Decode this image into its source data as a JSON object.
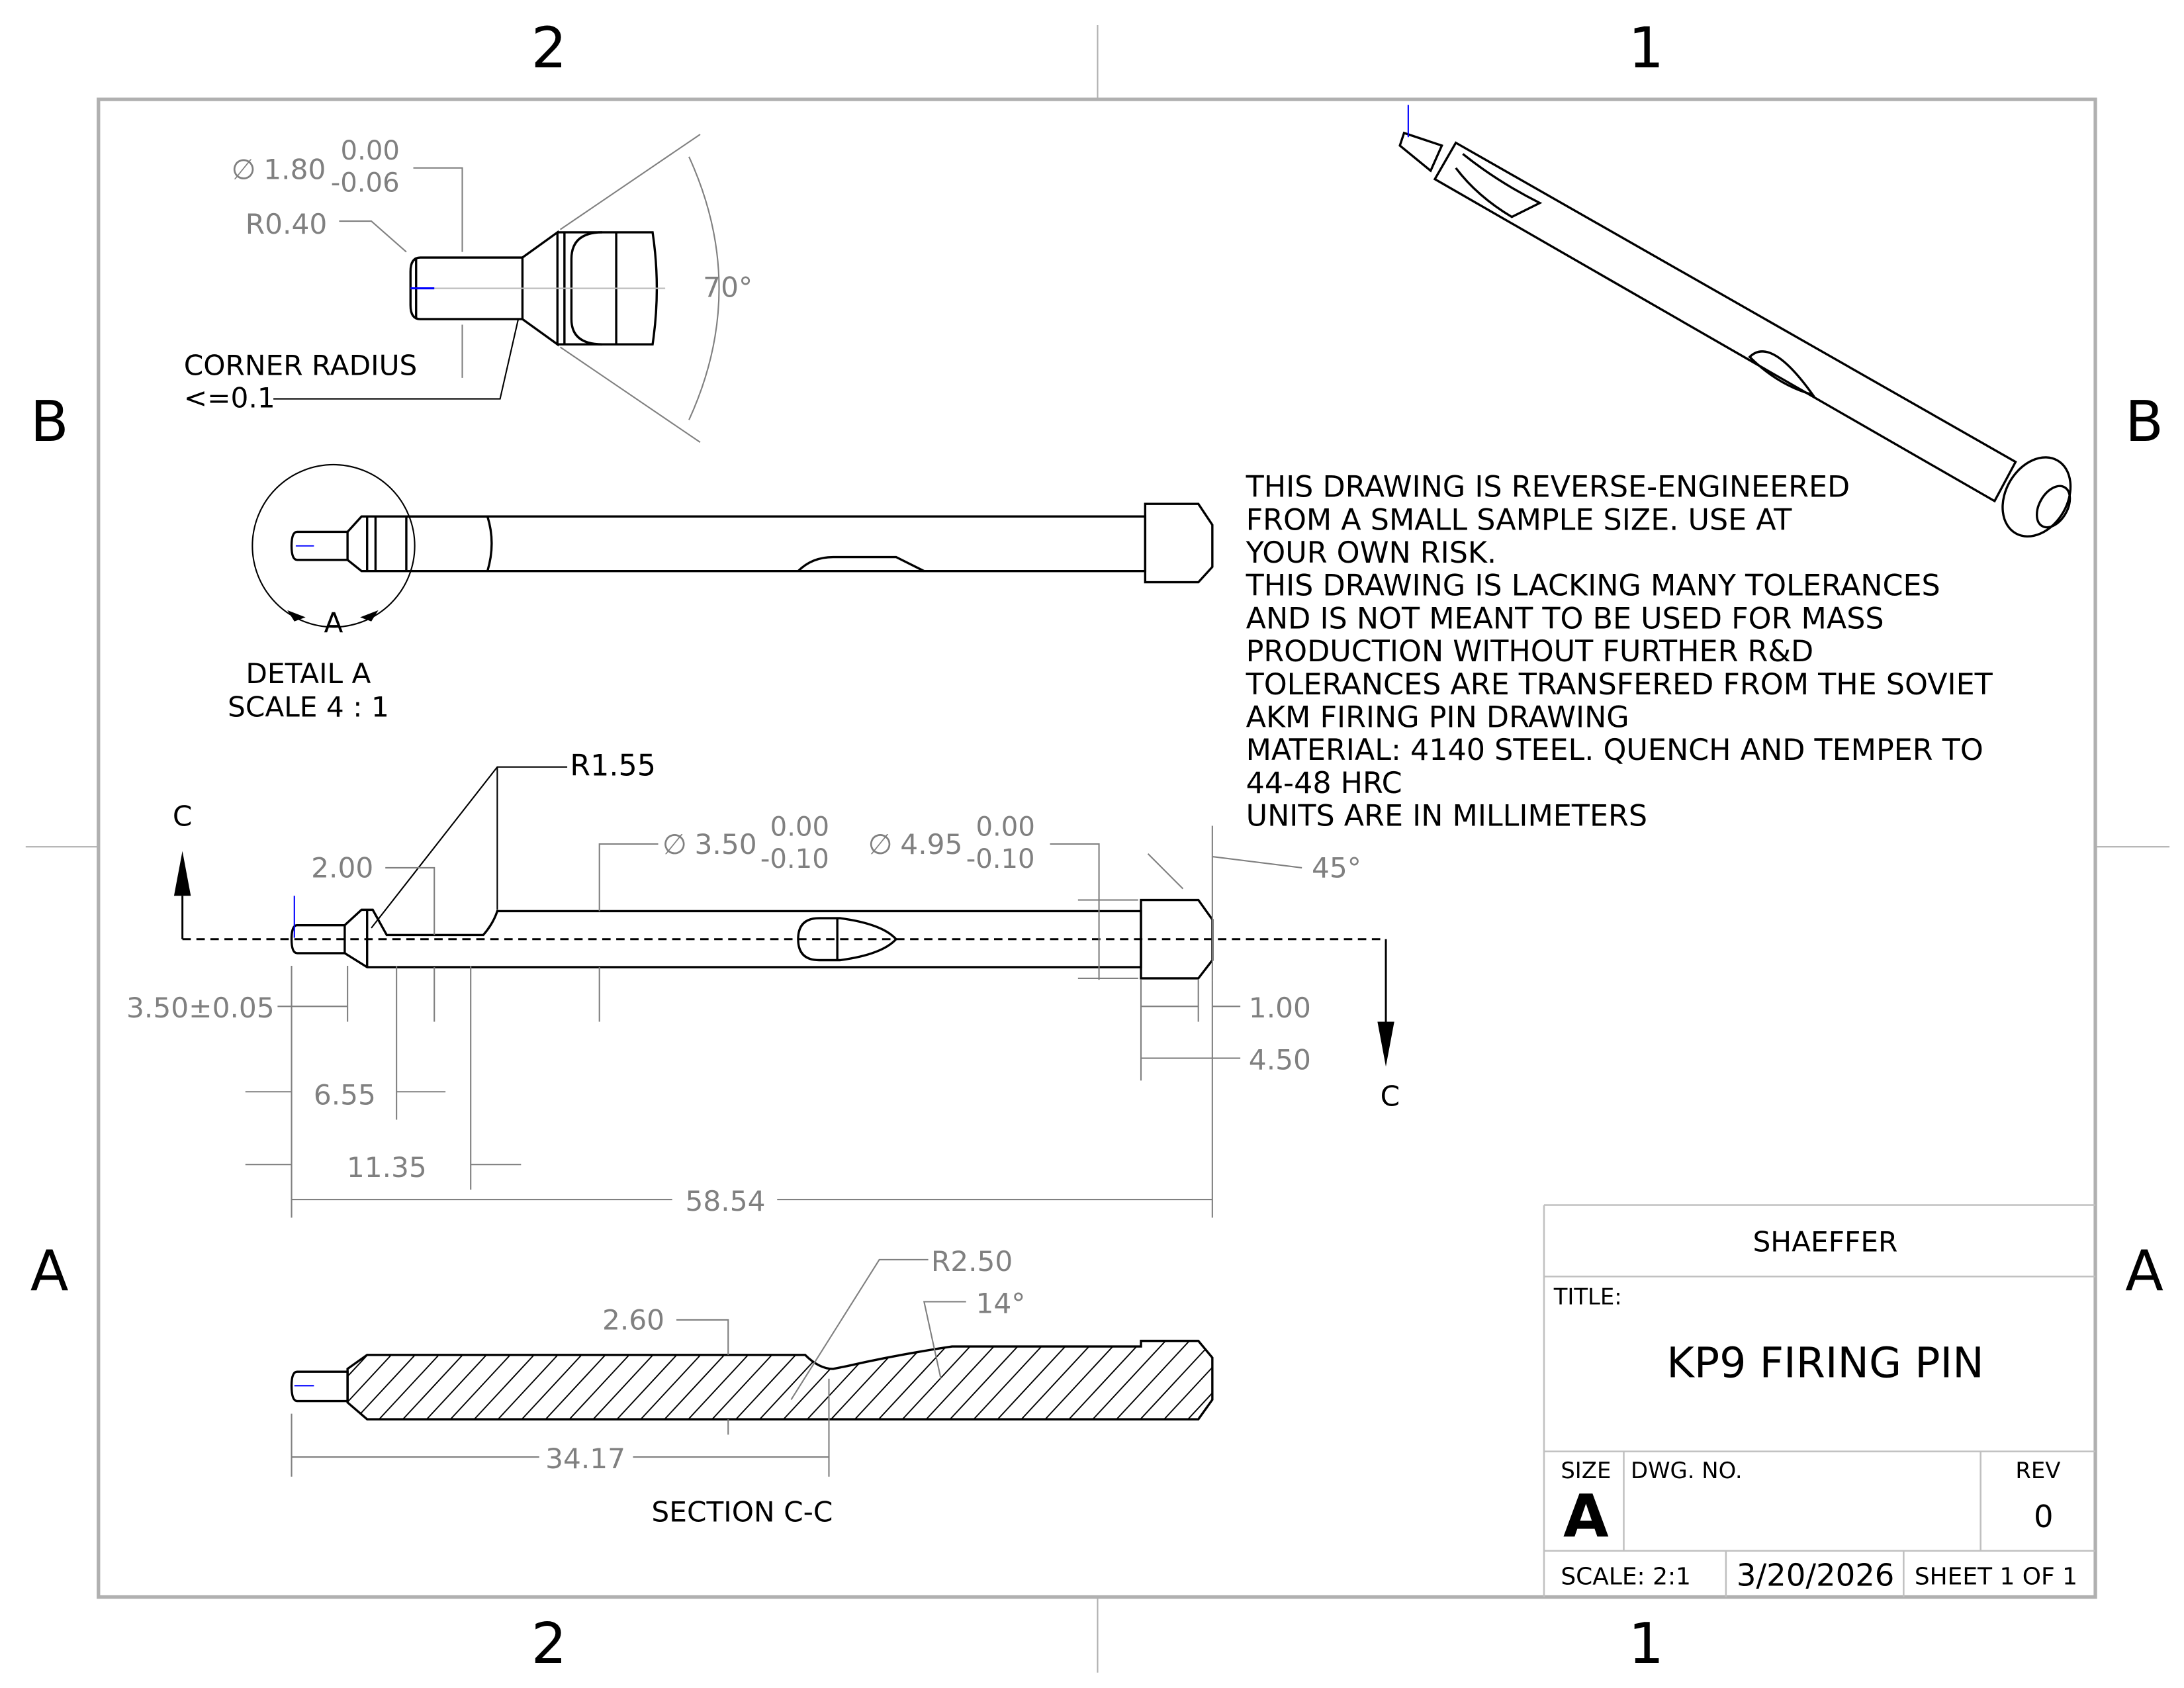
{
  "zones": {
    "top": [
      "2",
      "1"
    ],
    "bottom": [
      "2",
      "1"
    ],
    "left": [
      "B",
      "A"
    ],
    "right": [
      "B",
      "A"
    ]
  },
  "detail_a": {
    "dia": "1.80",
    "dia_symbol": "∅",
    "dia_tol_upper": "0.00",
    "dia_tol_lower": "-0.06",
    "radius": "R0.40",
    "corner_note_line1": "CORNER RADIUS",
    "corner_note_line2": "<=0.1",
    "angle": "70°",
    "label_line1": "DETAIL A",
    "label_line2": "SCALE 4 : 1",
    "callout": "A"
  },
  "front_view": {
    "r155": "R1.55",
    "d200": "2.00",
    "dia350": "3.50",
    "dia350_tol_upper": "0.00",
    "dia350_tol_lower": "-0.10",
    "dia495": "4.95",
    "dia495_tol_upper": "0.00",
    "dia495_tol_lower": "-0.10",
    "angle45": "45°",
    "d350": "3.50±0.05",
    "d655": "6.55",
    "d1135": "11.35",
    "d5854": "58.54",
    "d100": "1.00",
    "d450": "4.50",
    "section_letter": "C"
  },
  "section_cc": {
    "r250": "R2.50",
    "d260": "2.60",
    "angle14": "14°",
    "d3417": "34.17",
    "label": "SECTION C-C"
  },
  "notes": [
    "THIS DRAWING IS REVERSE-ENGINEERED",
    "FROM A SMALL SAMPLE SIZE. USE AT",
    "YOUR OWN RISK.",
    "THIS DRAWING IS LACKING MANY TOLERANCES",
    "AND IS NOT MEANT TO BE USED FOR MASS",
    "PRODUCTION WITHOUT FURTHER R&D",
    "TOLERANCES ARE TRANSFERED FROM THE SOVIET",
    "AKM FIRING PIN DRAWING",
    "MATERIAL: 4140 STEEL. QUENCH AND TEMPER TO",
    "44-48 HRC",
    "UNITS ARE IN MILLIMETERS"
  ],
  "title_block": {
    "company": "SHAEFFER",
    "title_label": "TITLE:",
    "title": "KP9 FIRING PIN",
    "size_label": "SIZE",
    "size": "A",
    "dwg_no_label": "DWG.  NO.",
    "rev_label": "REV",
    "rev": "0",
    "scale": "SCALE: 2:1",
    "date": "3/20/2026",
    "sheet": "SHEET 1 OF 1"
  },
  "colors": {
    "object": "#000000",
    "dimension": "#808080",
    "frame": "#b0b0b0",
    "origin": "#0000ff"
  }
}
